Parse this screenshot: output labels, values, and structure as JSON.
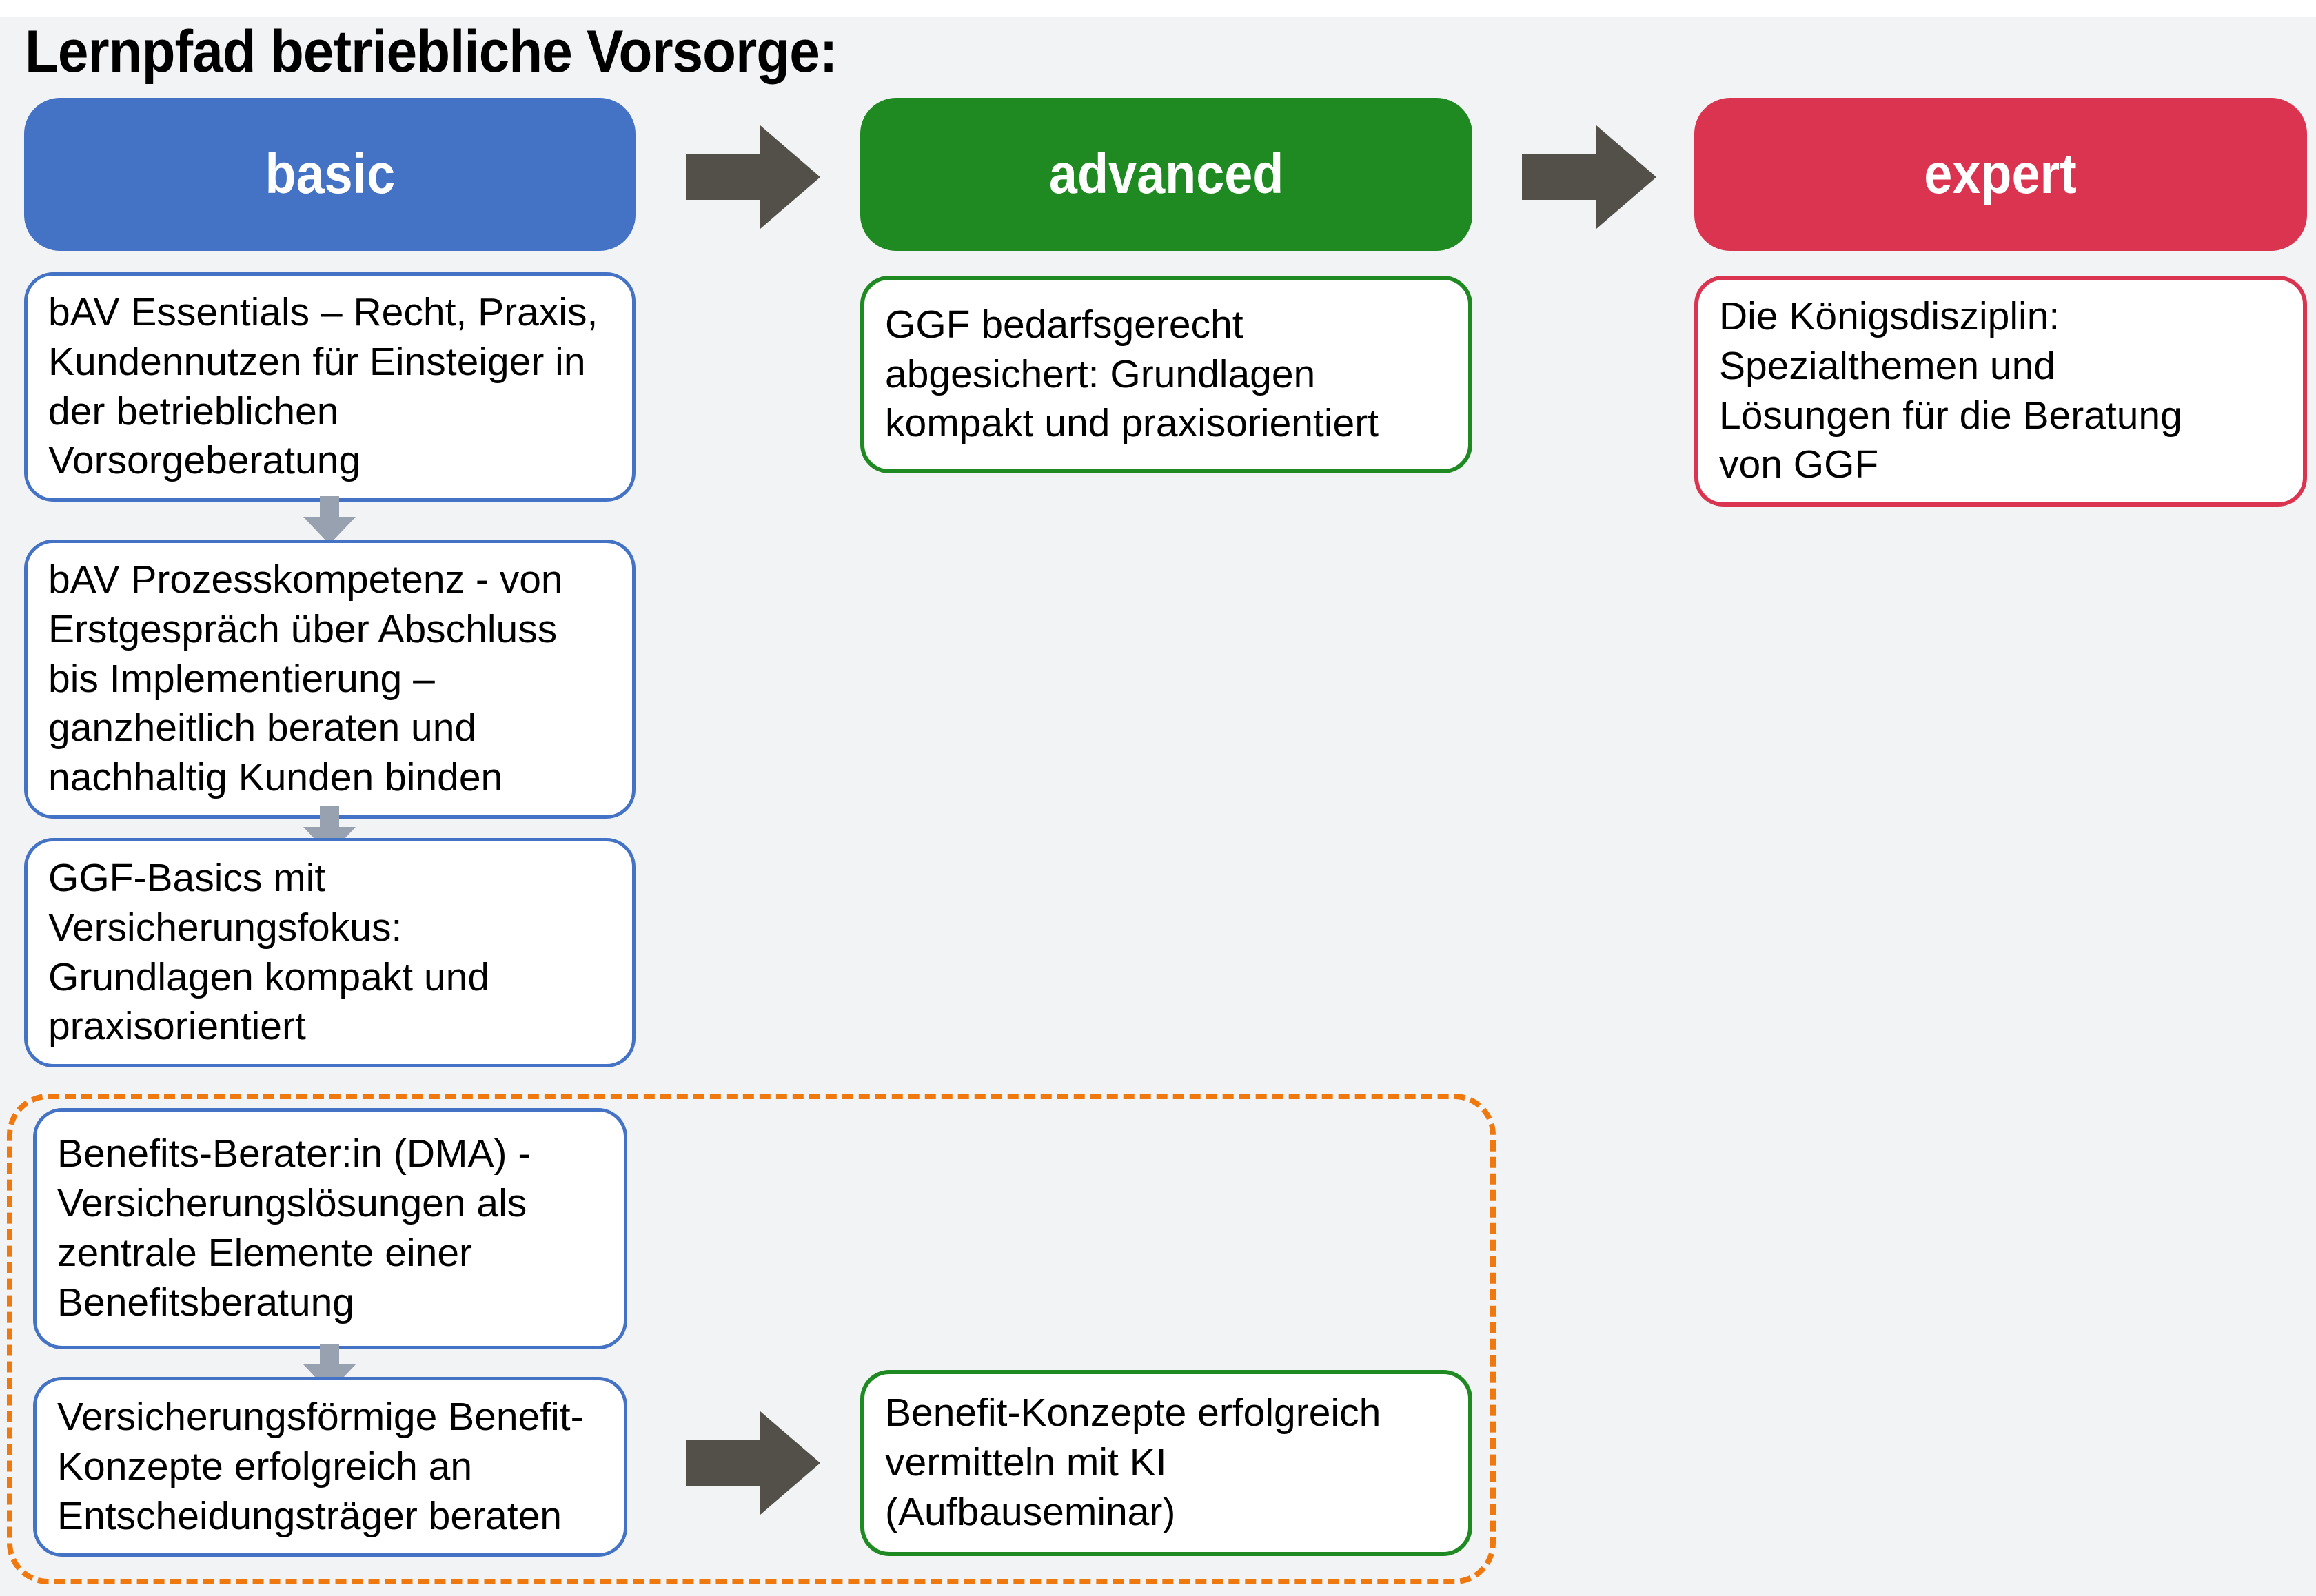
{
  "page": {
    "title": "Lernpfad betriebliche Vorsorge:",
    "background_color": "#F2F3F5"
  },
  "colors": {
    "basic_blue": "#4472C4",
    "advanced_green": "#1F8A22",
    "expert_red": "#DA3450",
    "big_arrow_gray": "#534F49",
    "small_arrow_gray": "#97A1AF",
    "group_outline_orange": "#F0790F",
    "card_background": "#FFFFFF",
    "text_black": "#000000"
  },
  "levels": [
    {
      "label": "basic",
      "color": "#4472C4",
      "courses": [
        "bAV Essentials – Recht, Praxis, Kundennutzen für Einsteiger in der betrieblichen Vorsorgeberatung",
        "bAV Prozesskompetenz - von Erstgespräch über Abschluss bis Implementierung – ganzheitlich beraten und nachhaltig Kunden binden",
        "GGF-Basics mit Versicherungsfokus: Grundlagen kompakt und praxisorientiert"
      ]
    },
    {
      "label": "advanced",
      "color": "#1F8A22",
      "courses": [
        "GGF bedarfsgerecht abgesichert: Grundlagen kompakt und praxisorientiert"
      ]
    },
    {
      "label": "expert",
      "color": "#DA3450",
      "courses": [
        "Die Königsdisziplin: Spezialthemen und Lösungen für die Beratung von GGF"
      ]
    }
  ],
  "benefits_group": {
    "outline_color": "#F0790F",
    "courses": [
      "Benefits-Berater:in (DMA) - Versicherungslösungen als zentrale Elemente einer Benefitsberatung",
      "Versicherungsförmige Benefit-Konzepte erfolgreich an Entscheidungsträger beraten",
      "Benefit-Konzepte erfolgreich vermitteln mit KI (Aufbauseminar)"
    ]
  }
}
